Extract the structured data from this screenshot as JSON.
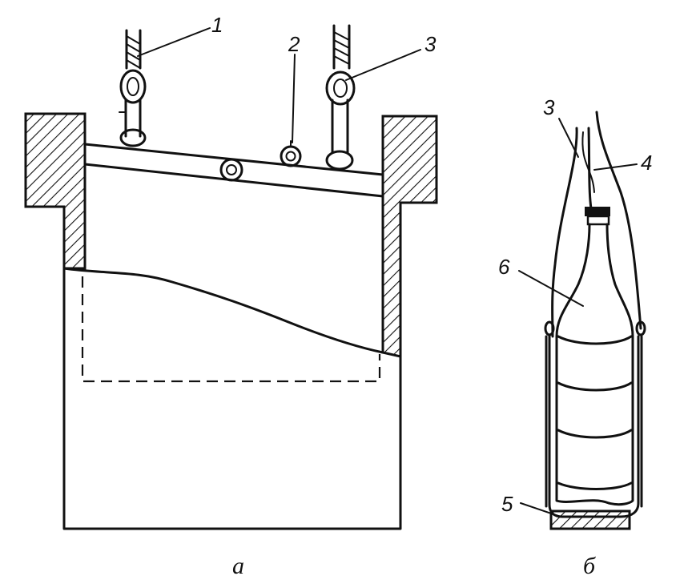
{
  "labels": {
    "l1": "1",
    "l2": "2",
    "l3_left": "3",
    "l3_right": "3",
    "l4": "4",
    "l5": "5",
    "l6": "6"
  },
  "captions": {
    "a": "a",
    "b": "б"
  },
  "colors": {
    "ink": "#111111",
    "background": "#ffffff"
  }
}
